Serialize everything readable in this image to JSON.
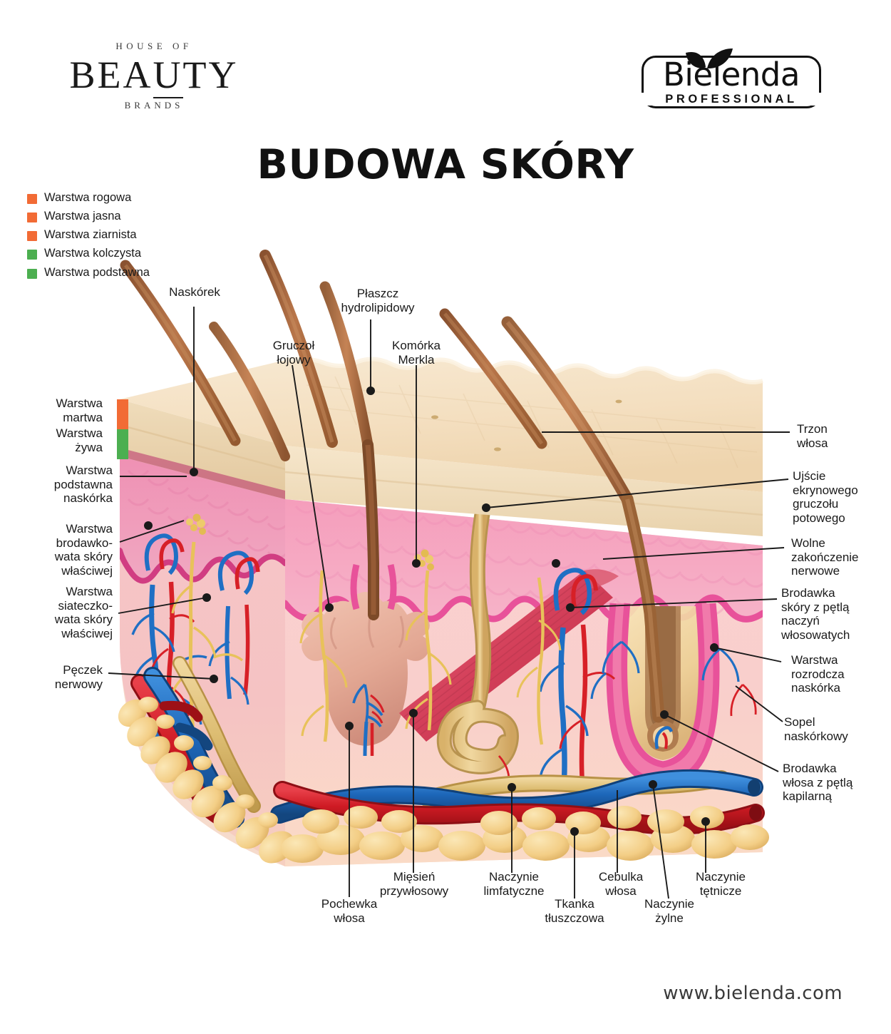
{
  "header": {
    "house_logo": {
      "top": "HOUSE OF",
      "main_a": "BEA",
      "main_u": "U",
      "main_b": "TY",
      "bottom": "BRANDS"
    },
    "brand_logo": {
      "name": "Bielenda",
      "sub": "PROFESSIONAL",
      "leaf_icon": "leaf-icon"
    }
  },
  "title": "BUDOWA SKÓRY",
  "legend": {
    "items": [
      {
        "label": "Warstwa\nrogowa",
        "color": "#F26B35"
      },
      {
        "label": "Warstwa\njasna",
        "color": "#F26B35"
      },
      {
        "label": "Warstwa\nziarnista",
        "color": "#F26B35"
      },
      {
        "label": "Warstwa\nkolczysta",
        "color": "#4CAF50"
      },
      {
        "label": "Warstwa\npodstawna",
        "color": "#4CAF50"
      }
    ]
  },
  "layer_bars": {
    "dead": {
      "label": "Warstwa\nmartwa",
      "color": "#F26B35"
    },
    "alive": {
      "label": "Warstwa\nżywa",
      "color": "#4CAF50"
    }
  },
  "labels": {
    "left": [
      {
        "name": "warstwa-podstawna-naskorka",
        "text": "Warstwa\npodstawna\nnaskórka"
      },
      {
        "name": "warstwa-brodawkowata",
        "text": "Warstwa\nbrodawko-\nwata skóry\nwłaściwej"
      },
      {
        "name": "warstwa-siateczkowata",
        "text": "Warstwa\nsiateczko-\nwata skóry\nwłaściwej"
      },
      {
        "name": "peczek-nerwowy",
        "text": "Pęczek\nnerwowy"
      }
    ],
    "top": [
      {
        "name": "naskorek",
        "text": "Naskórek"
      },
      {
        "name": "gruczol-lojowy",
        "text": "Gruczoł\nłojowy"
      },
      {
        "name": "plaszcz-hydrolipidowy",
        "text": "Płaszcz\nhydrolipidowy"
      },
      {
        "name": "komorka-merkla",
        "text": "Komórka\nMerkla"
      }
    ],
    "right": [
      {
        "name": "trzon-wlosa",
        "text": "Trzon\nwłosa"
      },
      {
        "name": "ujscie-ekrynowego-gruczolu-potowego",
        "text": "Ujście\nekrynowego\ngruczołu\npotowego"
      },
      {
        "name": "wolne-zakonczenie-nerwowe",
        "text": "Wolne\nzakończenie\nnerwowe"
      },
      {
        "name": "brodawka-skory-z-petla",
        "text": "Brodawka\nskóry z pętlą\nnaczyń\nwłosowatych"
      },
      {
        "name": "warstwa-rozrodcza-naskorka",
        "text": "Warstwa\nrozrodcza\nnaskórka"
      },
      {
        "name": "sopel-naskorkowy",
        "text": "Sopel\nnaskórkowy"
      },
      {
        "name": "brodawka-wlosa-z-petla",
        "text": "Brodawka\nwłosa z pętlą\nkapilarną"
      }
    ],
    "bottom": [
      {
        "name": "pochewka-wlosa",
        "text": "Pochewka\nwłosa"
      },
      {
        "name": "miesien-przywlosowy",
        "text": "Mięsień\nprzywłosowy"
      },
      {
        "name": "naczynie-limfatyczne",
        "text": "Naczynie\nlimfatyczne"
      },
      {
        "name": "tkanka-tluszczowa",
        "text": "Tkanka\ntłuszczowa"
      },
      {
        "name": "cebulka-wlosa",
        "text": "Cebulka\nwłosa"
      },
      {
        "name": "naczynie-zylne",
        "text": "Naczynie\nżylne"
      },
      {
        "name": "naczynie-tetnicze",
        "text": "Naczynie\ntętnicze"
      }
    ]
  },
  "footer": {
    "url": "www.bielenda.com"
  },
  "colors": {
    "orange": "#F26B35",
    "green": "#4CAF50",
    "epidermis": "#f3dfc2",
    "junction": "#d5417f",
    "dermis": "#f6c3c6",
    "fat": "#f2cd8a",
    "artery": "#d72027",
    "vein": "#1f6fc4",
    "nerve": "#e8c25a",
    "hair": "#a9693f",
    "muscle": "#d9566b"
  }
}
